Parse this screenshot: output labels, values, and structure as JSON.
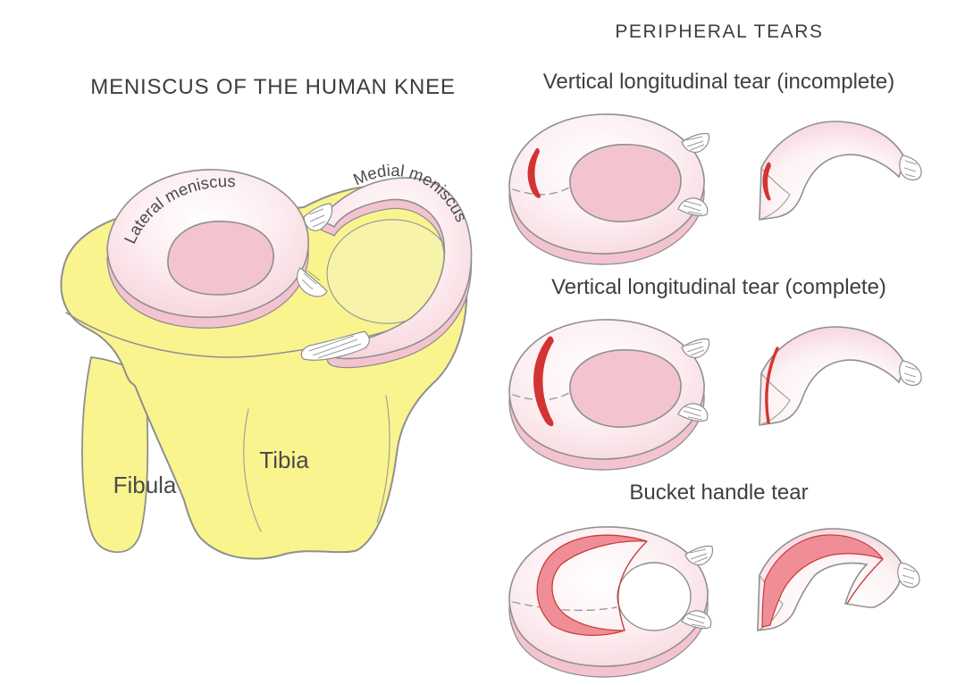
{
  "left_panel": {
    "title": "MENISCUS OF THE HUMAN KNEE",
    "labels": {
      "lateral_meniscus": "Lateral meniscus",
      "medial_meniscus": "Medial meniscus",
      "tibia": "Tibia",
      "fibula": "Fibula"
    }
  },
  "right_panel": {
    "title": "PERIPHERAL TEARS",
    "rows": [
      {
        "label": "Vertical longitudinal tear (incomplete)",
        "tear_extent": "short partial tear"
      },
      {
        "label": "Vertical longitudinal tear (complete)",
        "tear_extent": "full-length tear"
      },
      {
        "label": "Bucket handle tear",
        "tear_extent": "displaced inner fragment"
      }
    ]
  },
  "colors": {
    "bone_yellow": "#F9F48E",
    "plateau_yellow": "#F7F3A9",
    "meniscus_pink": "#F5CDD7",
    "meniscus_rim_pink": "#F3C4CF",
    "tear_red": "#D23434",
    "bucket_handle_pink": "#EF8E96",
    "tear_outline_red": "#C93B3B",
    "outline_gray": "#8F8F8F",
    "label_gray": "#4A4A4A",
    "title_dark": "#3D3D3D"
  }
}
